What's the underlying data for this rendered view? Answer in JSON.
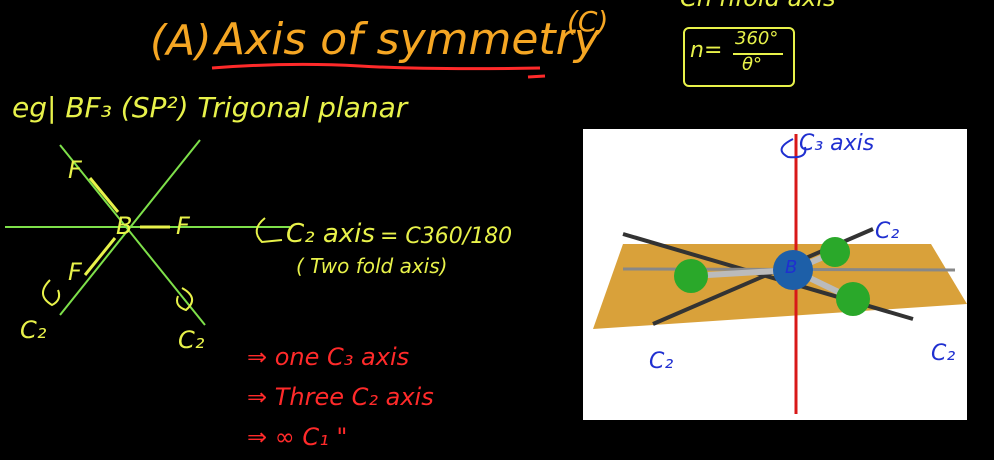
{
  "heading": {
    "label_a": "(A)",
    "title": "Axis of symmetry",
    "label_c": "(C)",
    "cn_note": "Cn nfold axis",
    "formula_lhs": "n=",
    "formula_num": "360°",
    "formula_den": "θ°"
  },
  "example": {
    "text": "eg| BF₃ (SP²) Trigonal planar",
    "atom_b": "B",
    "atom_f1": "F",
    "atom_f2": "F",
    "atom_f3": "F",
    "c2_left": "C₂",
    "c2_right": "C₂",
    "c2_axis": "C₂ axis",
    "c2_eq": "= C360/180",
    "twofold": "( Two fold axis)"
  },
  "conclusions": [
    "⇒ one C₃ axis",
    "⇒ Three C₂ axis",
    "⇒ ∞ C₁ \""
  ],
  "panel": {
    "c3_label": "C₃ axis",
    "c2_top": "C₂",
    "c2_left": "C₂",
    "c2_right": "C₂",
    "center_atom": "B"
  },
  "colors": {
    "title_orange": "#f5a623",
    "note_yellow": "#e8f24a",
    "conclusion_red": "#ff2a2a",
    "panel_blue": "#1f2fd0",
    "plane": "#d9a13a",
    "fluorine_green": "#2aa82a",
    "boron_blue": "#1d5fa8"
  }
}
